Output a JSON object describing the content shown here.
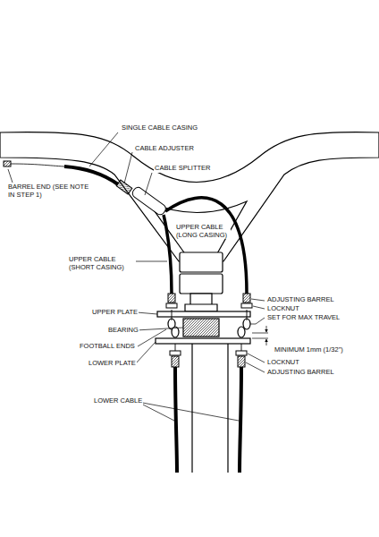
{
  "diagram": {
    "labels": [
      "SINGLE CABLE CASING",
      "CABLE ADJUSTER",
      "CABLE SPLITTER",
      "BARREL END (SEE NOTE IN STEP 1)",
      "UPPER CABLE (LONG CASING)",
      "UPPER CABLE (SHORT CASING)",
      "ADJUSTING BARREL",
      "LOCKNUT",
      "SET FOR MAX TRAVEL",
      "UPPER PLATE",
      "BEARING",
      "FOOTBALL ENDS",
      "MINIMUM 1mm (1/32\")",
      "LOWER PLATE",
      "LOCKNUT",
      "ADJUSTING BARREL",
      "LOWER CABLE"
    ]
  }
}
